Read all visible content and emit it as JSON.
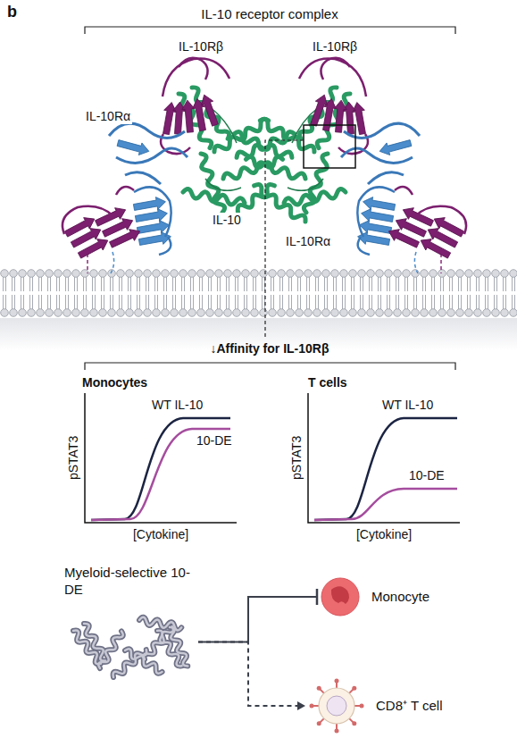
{
  "diagram": {
    "title": "IL-10 receptor complex",
    "nodes": [
      {
        "text": [
          "Myeloid-selective 10-DE"
        ]
      },
      {
        "text": [
          "Monocyte"
        ]
      },
      {
        "text": [
          "CD8⁺ T cell"
        ]
      }
    ],
    "edges": [
      {
        "from": 0,
        "to": 1,
        "arrow": "to"
      },
      {
        "from": 0,
        "to": 2,
        "arrow": "to"
      }
    ],
    "labels": [
      "b",
      "IL-10Rβ",
      "IL-10Rβ",
      "IL-10Rα",
      "IL-10",
      "IL-10Rα",
      "↓Affinity for IL-10Rβ",
      "Monocytes",
      "T cells",
      "WT IL-10",
      "10-DE",
      "pSTAT3",
      "[Cytokine]",
      "WT IL-10",
      "10-DE",
      "pSTAT3",
      "[Cytokine]"
    ]
  }
}
